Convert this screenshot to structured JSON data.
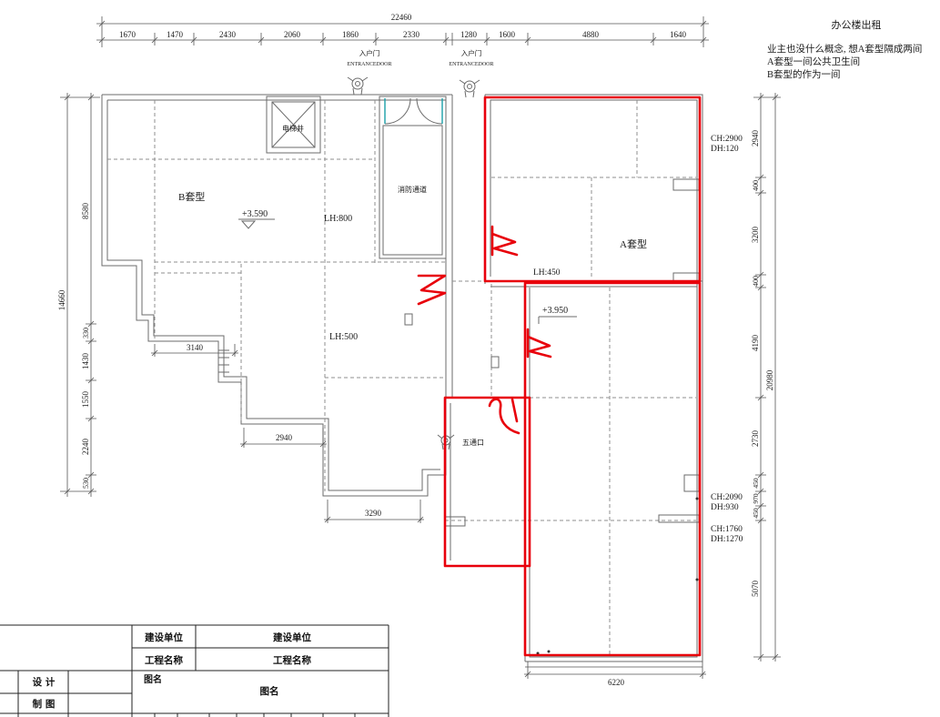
{
  "notes": {
    "title": "办公楼出租",
    "lines": [
      "业主也没什么概念, 想A套型隔成两间",
      "A套型一间公共卫生间",
      "B套型的作为一间"
    ]
  },
  "top_dimensions": {
    "total": "22460",
    "segments": [
      "1670",
      "1470",
      "2430",
      "2060",
      "1860",
      "2330",
      "1280",
      "1600",
      "4880",
      "1640"
    ]
  },
  "entrances": [
    {
      "label_cn": "入户门",
      "label_en": "ENTRANCEDOOR"
    },
    {
      "label_cn": "入户门",
      "label_en": "ENTRANCEDOOR"
    }
  ],
  "rooms": {
    "elevator_shaft": "电梯井",
    "fire_exit": "消防通道",
    "unit_b": "B套型",
    "unit_a": "A套型",
    "connector": "五通口"
  },
  "floor_levels": {
    "unit_b": "+3.590",
    "lower_area": "+3.950"
  },
  "beam_heights": {
    "unit_b_upper": "LH:800",
    "unit_b_lower": "LH:500",
    "unit_a": "LH:450"
  },
  "ceiling_marks": [
    {
      "ch": "CH:2900",
      "dh": "DH:120"
    },
    {
      "ch": "CH:2090",
      "dh": "DH:930"
    },
    {
      "ch": "CH:1760",
      "dh": "DH:1270"
    }
  ],
  "left_dimensions": {
    "overall": "14660",
    "upper": "8580",
    "segments": [
      "330",
      "1430",
      "1550",
      "2240",
      "530"
    ]
  },
  "right_dimensions": {
    "overall": "20980",
    "segments": [
      "2940",
      "400",
      "3200",
      "400",
      "4190",
      "2730",
      "450",
      "970",
      "450",
      "5070"
    ]
  },
  "interior_dimensions": [
    "3140",
    "2940",
    "3290"
  ],
  "bottom_dimension": "6220",
  "title_block": {
    "client_label": "建设单位",
    "client_value": "建设单位",
    "project_label": "工程名称",
    "project_value": "工程名称",
    "designer_label": "设 计",
    "drafter_label": "制 图",
    "drawing_name_label": "图名",
    "drawing_name_value": "图名"
  },
  "colors": {
    "markup": "#e8000b",
    "linework": "#6b6b6b",
    "text": "#1a1a1a",
    "door_leaf": "#19a0a8"
  }
}
